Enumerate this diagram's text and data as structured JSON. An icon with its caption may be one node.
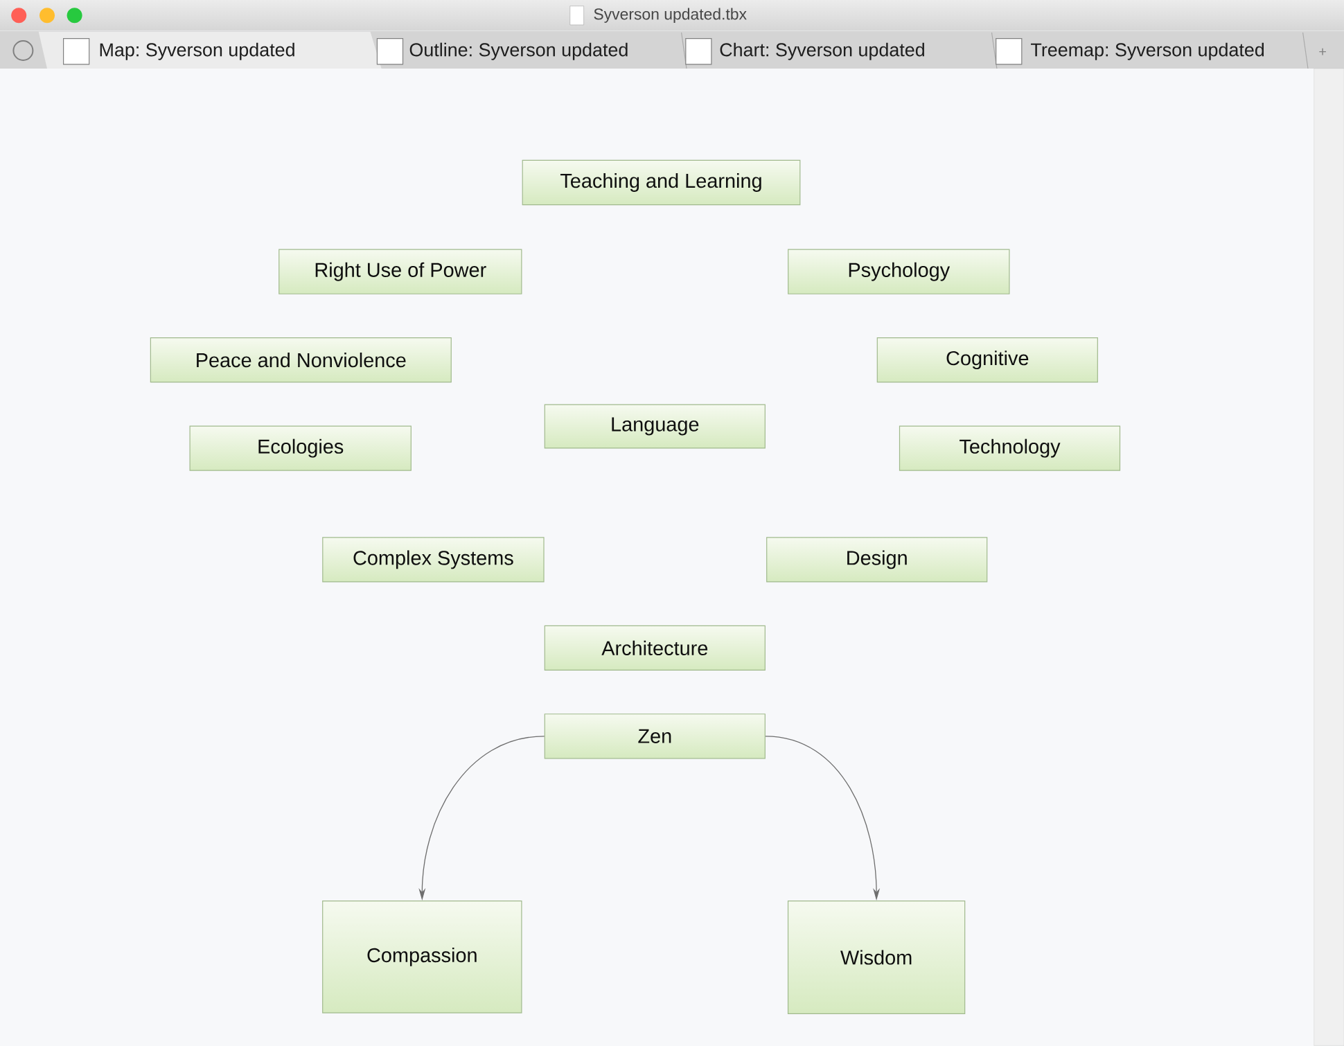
{
  "diagram": {
    "nodes": [
      {
        "text": [
          "Teaching and Learning"
        ]
      },
      {
        "text": [
          "Right Use of Power"
        ]
      },
      {
        "text": [
          "Psychology"
        ]
      },
      {
        "text": [
          "Peace and Nonviolence"
        ]
      },
      {
        "text": [
          "Cognitive"
        ]
      },
      {
        "text": [
          "Language"
        ]
      },
      {
        "text": [
          "Ecologies"
        ]
      },
      {
        "text": [
          "Technology"
        ]
      },
      {
        "text": [
          "Complex Systems"
        ]
      },
      {
        "text": [
          "Design"
        ]
      },
      {
        "text": [
          "Architecture"
        ]
      },
      {
        "text": [
          "Zen"
        ]
      },
      {
        "text": [
          "Compassion"
        ]
      },
      {
        "text": [
          "Wisdom"
        ]
      }
    ],
    "edges": [
      {
        "from": 11,
        "to": 12,
        "arrow": "to"
      },
      {
        "from": 11,
        "to": 13,
        "arrow": "to"
      }
    ],
    "labels": [
      "Syverson updated.tbx",
      "Map: Syverson updated",
      "Outline: Syverson updated",
      "Chart: Syverson updated",
      "Treemap: Syverson updated",
      "+"
    ]
  }
}
